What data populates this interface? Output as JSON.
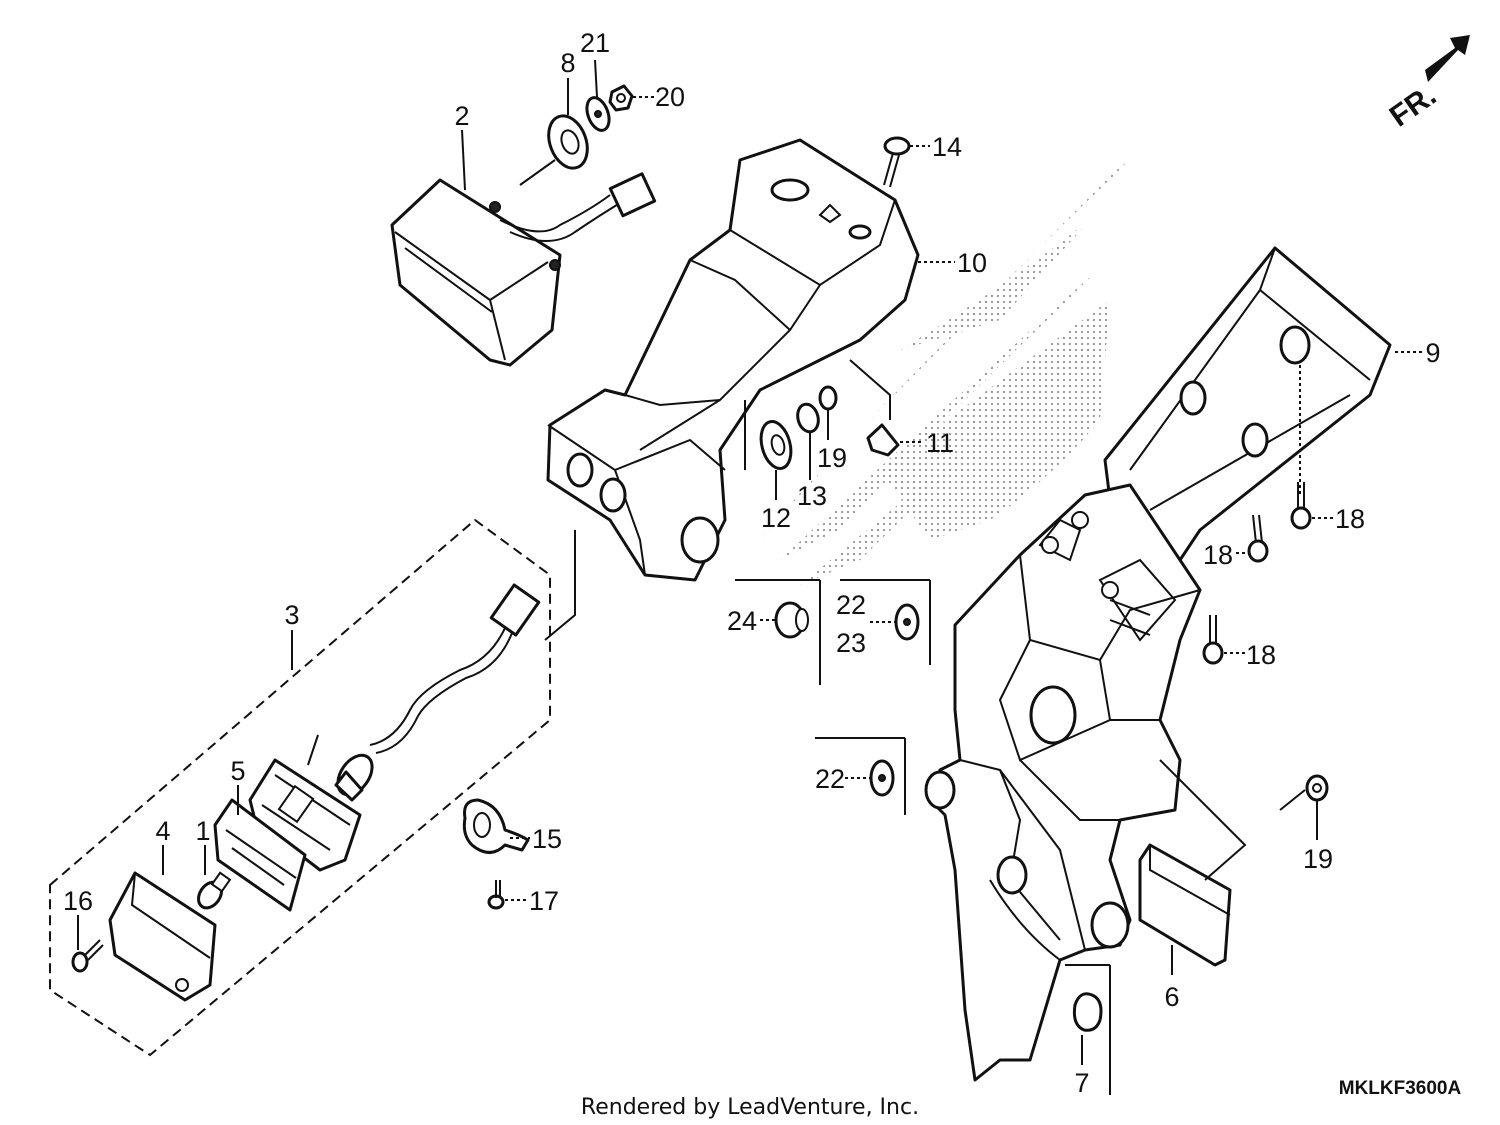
{
  "diagram": {
    "callouts": {
      "c1": "1",
      "c2": "2",
      "c3": "3",
      "c4": "4",
      "c5": "5",
      "c6": "6",
      "c7": "7",
      "c8": "8",
      "c9": "9",
      "c10": "10",
      "c11": "11",
      "c12": "12",
      "c13": "13",
      "c14": "14",
      "c15": "15",
      "c16": "16",
      "c17": "17",
      "c18a": "18",
      "c18b": "18",
      "c18c": "18",
      "c19a": "19",
      "c19b": "19",
      "c20": "20",
      "c21": "21",
      "c22a": "22",
      "c22b": "22",
      "c23": "23",
      "c24": "24"
    },
    "direction_label": "FR.",
    "diagram_code": "MKLKF3600A",
    "footer": "Rendered by LeadVenture, Inc."
  }
}
